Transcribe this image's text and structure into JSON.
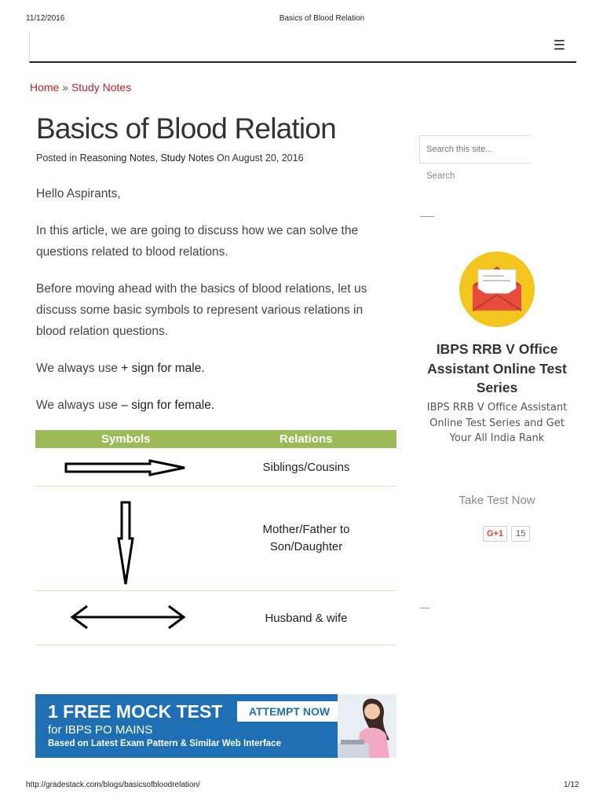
{
  "print_header": {
    "date": "11/12/2016",
    "title": "Basics of Blood Relation"
  },
  "print_footer": {
    "url": "http://gradestack.com/blogs/basicsofbloodrelation/",
    "page": "1/12"
  },
  "nav": {
    "menu_icon": "☰"
  },
  "breadcrumb": {
    "home": "Home",
    "separator": " » ",
    "study_notes": "Study Notes"
  },
  "article": {
    "title": "Basics of Blood Relation",
    "meta": {
      "posted_in": "Posted in ",
      "cat1": "Reasoning Notes",
      "sep": ", ",
      "cat2": "Study Notes",
      "on_date": " On August 20, 2016"
    },
    "p1": "Hello Aspirants,",
    "p2": "In this article, we are going to discuss how we can solve the questions related to blood relations.",
    "p3": "Before moving ahead with the basics of blood relations, let us discuss some basic symbols to represent various relations in blood relation questions.",
    "p4_prefix": "We always use ",
    "p4_bold": "+ sign for male.",
    "p5_prefix": "We always use ",
    "p5_bold": "– sign for female."
  },
  "symbols_table": {
    "headers": [
      "Symbols",
      "Relations"
    ],
    "rows": [
      {
        "relation": "Siblings/Cousins",
        "icon": "right-arrow-icon"
      },
      {
        "relation": "Mother/Father to Son/Daughter",
        "icon": "down-arrow-icon"
      },
      {
        "relation": "Husband & wife",
        "icon": "double-arrow-icon"
      }
    ]
  },
  "banner": {
    "title": "1 FREE MOCK TEST",
    "button": "ATTEMPT NOW",
    "subtitle": "for IBPS PO MAINS",
    "note": "Based on Latest Exam Pattern & Similar Web Interface",
    "colors": {
      "background": "#1f6fb4"
    }
  },
  "sidebar": {
    "search_placeholder": "Search this site...",
    "search_button": "Search",
    "widget": {
      "title": "IBPS RRB V Office Assistant Online Test Series",
      "description": "IBPS RRB V Office Assistant Online Test Series and Get Your All India Rank",
      "cta": "Take Test Now",
      "icon": "mail-icon",
      "gplus_label": "G+1",
      "gplus_count": "15"
    }
  },
  "colors": {
    "link": "#b3262d",
    "table_header": "#9bbb59",
    "mail_circle": "#f5c51f",
    "mail_red": "#e74c3c"
  }
}
